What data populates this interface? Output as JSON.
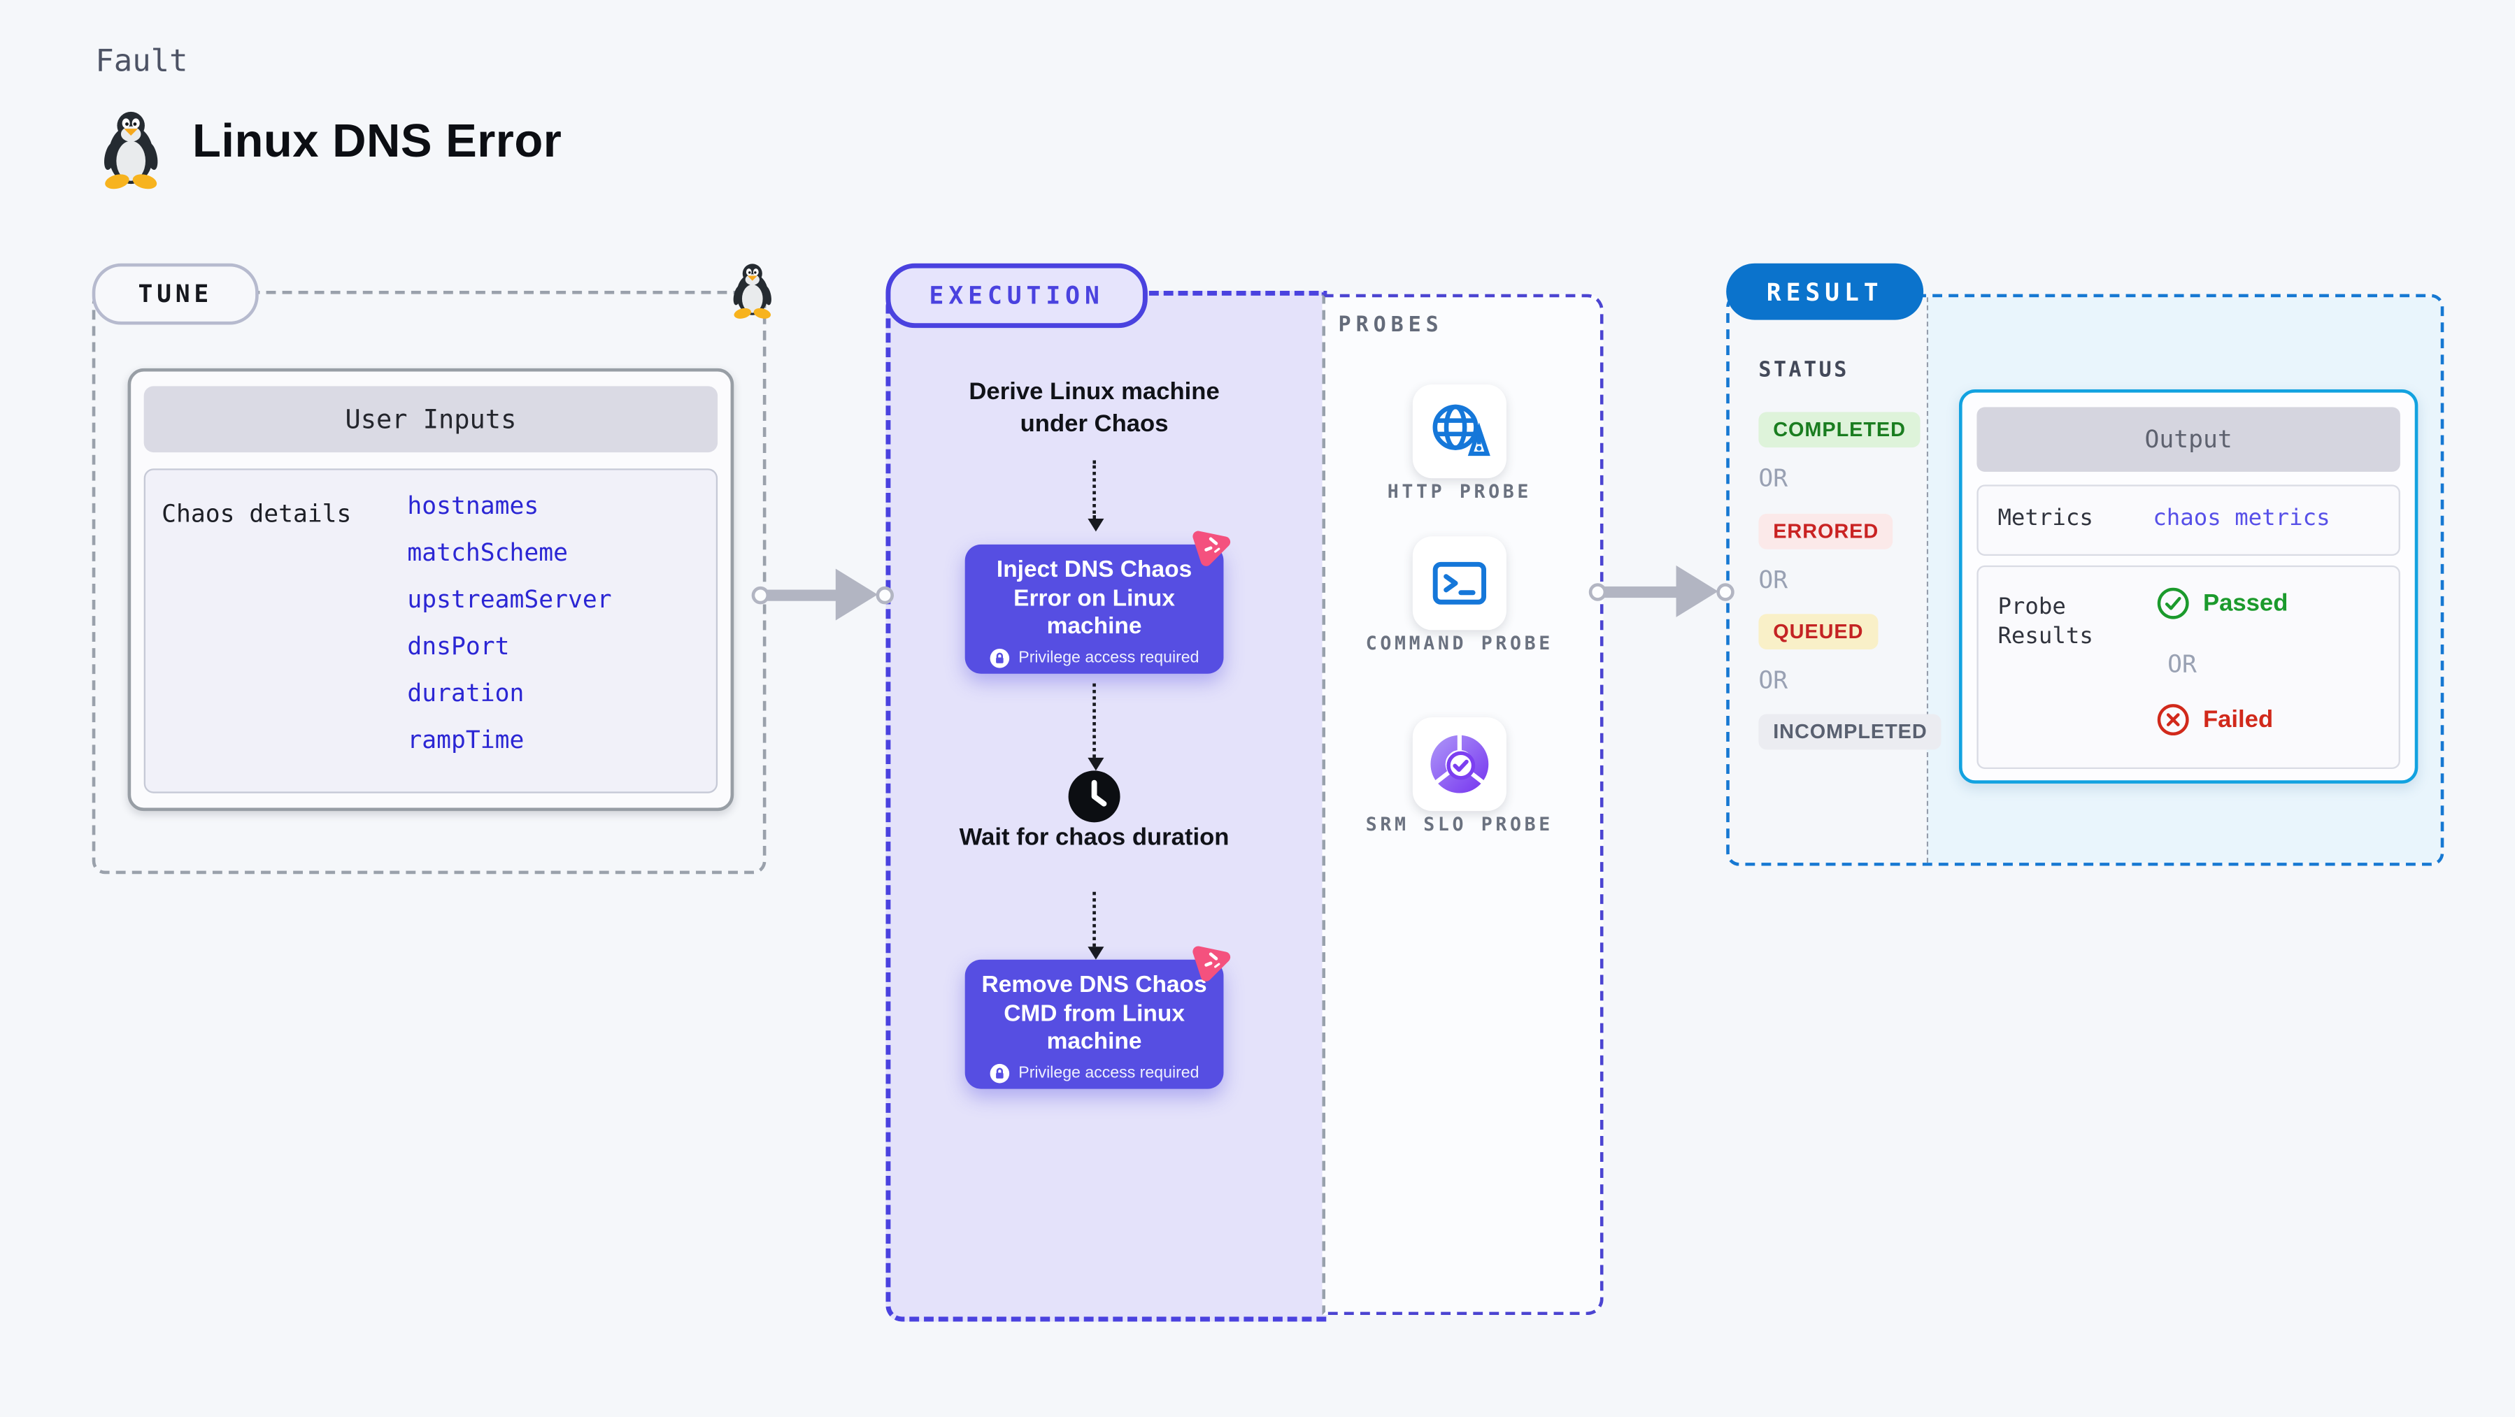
{
  "header": {
    "kicker": "Fault",
    "title": "Linux DNS Error"
  },
  "tune": {
    "badge": "TUNE",
    "card_title": "User Inputs",
    "row_label": "Chaos details",
    "params": [
      "hostnames",
      "matchScheme",
      "upstreamServer",
      "dnsPort",
      "duration",
      "rampTime"
    ],
    "param_color": "#2b26d4"
  },
  "execution": {
    "badge": "EXECUTION",
    "derive_text": "Derive Linux machine under Chaos",
    "inject_title": "Inject DNS Chaos Error on Linux machine",
    "wait_text": "Wait for chaos duration",
    "remove_title": "Remove DNS Chaos CMD from Linux machine",
    "privilege_note": "Privilege access required",
    "node_color": "#564ee2",
    "area_color": "#e4e2fa",
    "border_color": "#4a42df"
  },
  "probes": {
    "label": "PROBES",
    "items": [
      {
        "label": "HTTP PROBE",
        "icon": "globe-warning-icon"
      },
      {
        "label": "COMMAND PROBE",
        "icon": "terminal-icon"
      },
      {
        "label": "SRM SLO PROBE",
        "icon": "slo-donut-icon"
      }
    ]
  },
  "result": {
    "badge": "RESULT",
    "status_label": "STATUS",
    "or": "OR",
    "statuses": [
      {
        "label": "COMPLETED",
        "fg": "#1a7d20",
        "bg": "#def3da"
      },
      {
        "label": "ERRORED",
        "fg": "#c92222",
        "bg": "#fbe9e9"
      },
      {
        "label": "QUEUED",
        "fg": "#c42323",
        "bg": "#f9f0c8"
      },
      {
        "label": "INCOMPLETED",
        "fg": "#596070",
        "bg": "#ebecf1"
      }
    ],
    "output": {
      "title": "Output",
      "metrics_label": "Metrics",
      "metrics_value": "chaos metrics",
      "probe_label": "Probe Results",
      "passed": "Passed",
      "failed": "Failed",
      "or": "OR",
      "passed_color": "#1b9a2c",
      "failed_color": "#d1291b",
      "border_color": "#12a2e0"
    },
    "badge_color": "#0b73cc"
  }
}
